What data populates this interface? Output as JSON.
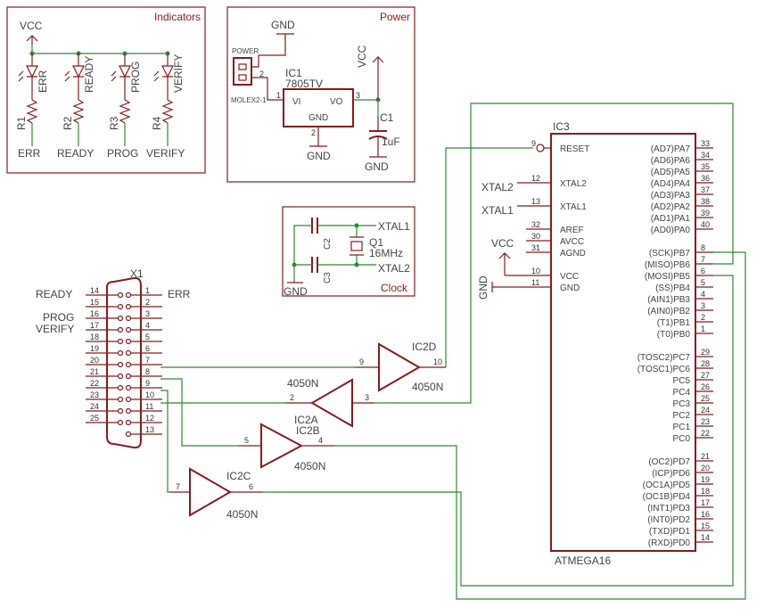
{
  "sections": {
    "indicators": "Indicators",
    "power": "Power",
    "clock": "Clock"
  },
  "indicators": {
    "vcc": "VCC",
    "leds": [
      "ERR",
      "READY",
      "PROG",
      "VERIFY"
    ],
    "resistors": [
      "R1",
      "R2",
      "R3",
      "R4"
    ],
    "nets": [
      "ERR",
      "READY",
      "PROG",
      "VERIFY"
    ]
  },
  "power": {
    "gnd_top": "GND",
    "connector_label": "POWER",
    "connector_part": "MOLEX2-1",
    "connector_pin": "1",
    "regulator_name": "IC1",
    "regulator_part": "7805TV",
    "vi": "VI",
    "vo": "VO",
    "gnd_pin_label": "GND",
    "pin1": "1",
    "pin2": "2",
    "pin3": "3",
    "gnd_bottom": "GND",
    "vcc": "VCC",
    "cap_name": "C1",
    "cap_value": "1uF",
    "gnd_cap": "GND"
  },
  "clock": {
    "xtal1": "XTAL1",
    "xtal2": "XTAL2",
    "c2": "C2",
    "c3": "C3",
    "q1": "Q1",
    "freq": "16MHz",
    "gnd": "GND"
  },
  "x1": {
    "name": "X1",
    "left_pins": [
      "14",
      "15",
      "16",
      "17",
      "18",
      "19",
      "20",
      "21",
      "22",
      "23",
      "24",
      "25"
    ],
    "right_pins": [
      "1",
      "2",
      "3",
      "4",
      "5",
      "6",
      "7",
      "8",
      "9",
      "10",
      "11",
      "12",
      "13"
    ],
    "net_ready": "READY",
    "net_prog": "PROG",
    "net_verify": "VERIFY",
    "net_err": "ERR"
  },
  "buffers": {
    "ic2d": {
      "name": "IC2D",
      "part": "4050N",
      "pin_in": "9",
      "pin_out": "10"
    },
    "ic2a": {
      "name": "IC2A",
      "part": "4050N",
      "pin_in": "3",
      "pin_out": "2"
    },
    "ic2b": {
      "name": "IC2B",
      "part": "4050N",
      "pin_in": "5",
      "pin_out": "4"
    },
    "ic2c": {
      "name": "IC2C",
      "part": "4050N",
      "pin_in": "7",
      "pin_out": "6"
    }
  },
  "mcu": {
    "name": "IC3",
    "part": "ATMEGA16",
    "left_pins": [
      {
        "num": "9",
        "label": "RESET"
      },
      {
        "num": "12",
        "label": "XTAL2"
      },
      {
        "num": "13",
        "label": "XTAL1"
      },
      {
        "num": "32",
        "label": "AREF"
      },
      {
        "num": "30",
        "label": "AVCC"
      },
      {
        "num": "31",
        "label": "AGND"
      },
      {
        "num": "10",
        "label": "VCC"
      },
      {
        "num": "11",
        "label": "GND"
      }
    ],
    "ext_xtal2": "XTAL2",
    "ext_xtal1": "XTAL1",
    "ext_vcc": "VCC",
    "ext_gnd": "GND",
    "right_pins": [
      {
        "num": "33",
        "label": "(AD7)PA7"
      },
      {
        "num": "34",
        "label": "(AD6)PA6"
      },
      {
        "num": "35",
        "label": "(AD5)PA5"
      },
      {
        "num": "36",
        "label": "(AD4)PA4"
      },
      {
        "num": "37",
        "label": "(AD3)PA3"
      },
      {
        "num": "38",
        "label": "(AD2)PA2"
      },
      {
        "num": "39",
        "label": "(AD1)PA1"
      },
      {
        "num": "40",
        "label": "(AD0)PA0"
      },
      {
        "num": "8",
        "label": "(SCK)PB7"
      },
      {
        "num": "7",
        "label": "(MISO)PB6"
      },
      {
        "num": "6",
        "label": "(MOSI)PB5"
      },
      {
        "num": "5",
        "label": "(SS)PB4"
      },
      {
        "num": "4",
        "label": "(AIN1)PB3"
      },
      {
        "num": "3",
        "label": "(AIN0)PB2"
      },
      {
        "num": "2",
        "label": "(T1)PB1"
      },
      {
        "num": "1",
        "label": "(T0)PB0"
      },
      {
        "num": "29",
        "label": "(TOSC2)PC7"
      },
      {
        "num": "28",
        "label": "(TOSC1)PC6"
      },
      {
        "num": "27",
        "label": "PC5"
      },
      {
        "num": "26",
        "label": "PC4"
      },
      {
        "num": "25",
        "label": "PC3"
      },
      {
        "num": "24",
        "label": "PC2"
      },
      {
        "num": "23",
        "label": "PC1"
      },
      {
        "num": "22",
        "label": "PC0"
      },
      {
        "num": "21",
        "label": "(OC2)PD7"
      },
      {
        "num": "20",
        "label": "(ICP)PD6"
      },
      {
        "num": "19",
        "label": "(OC1A)PD5"
      },
      {
        "num": "18",
        "label": "(OC1B)PD4"
      },
      {
        "num": "17",
        "label": "(INT1)PD3"
      },
      {
        "num": "16",
        "label": "(INT0)PD2"
      },
      {
        "num": "15",
        "label": "(TXD)PD1"
      },
      {
        "num": "14",
        "label": "(RXD)PD0"
      }
    ]
  }
}
